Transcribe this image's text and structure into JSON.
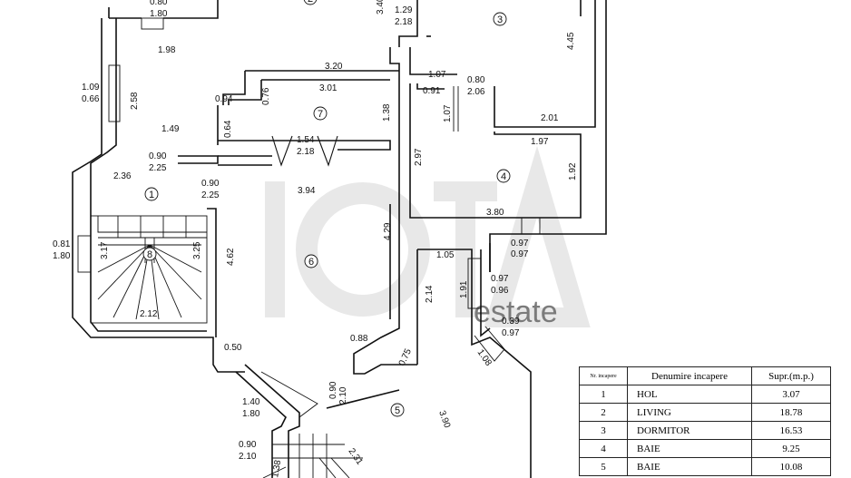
{
  "watermark": {
    "brand": "IOTA",
    "sub": "estate",
    "color": "#d9d9d9"
  },
  "dimensions": {
    "d1": "0.80",
    "d2": "1.80",
    "d3": "3.40",
    "d4": "1.29",
    "d5": "2.18",
    "d6": "1.98",
    "d7": "1.09",
    "d8": "0.66",
    "d9": "2.58",
    "d10": "3.20",
    "d11": "3.01",
    "d12": "0.94",
    "d13": "0.76",
    "d14": "1.49",
    "d15": "0.64",
    "d16": "1.54",
    "d17": "2.18",
    "d18": "1.38",
    "d19": "0.90",
    "d20": "2.25",
    "d21": "2.36",
    "d22": "0.90",
    "d23": "2.25",
    "d24": "3.94",
    "d25": "1.07",
    "d26": "0.91",
    "d27": "1.07",
    "d28": "0.80",
    "d29": "2.06",
    "d30": "4.45",
    "d31": "2.01",
    "d32": "1.97",
    "d33": "2.97",
    "d34": "1.92",
    "d35": "3.80",
    "d36": "0.97",
    "d37": "0.97",
    "d38": "4.29",
    "d39": "0.81",
    "d40": "1.80",
    "d41": "3.17",
    "d42": "3.25",
    "d43": "4.62",
    "d44": "2.12",
    "d45": "1.05",
    "d46": "2.14",
    "d47": "1.91",
    "d48": "0.97",
    "d49": "0.96",
    "d50": "0.39",
    "d51": "0.97",
    "d52": "0.88",
    "d53": "0.75",
    "d54": "1.08",
    "d55": "0.50",
    "d56": "0.90",
    "d57": "2.10",
    "d58": "1.40",
    "d59": "1.80",
    "d60": "3.90",
    "d61": "0.90",
    "d62": "2.10",
    "d63": "2.31",
    "d64": "1.38"
  },
  "rooms": [
    "1",
    "3",
    "4",
    "5",
    "6",
    "7",
    "8",
    "2"
  ],
  "table": {
    "headers": {
      "nr": "Nr. incapere",
      "name": "Denumire incapere",
      "area": "Supr.(m.p.)"
    },
    "rows": [
      {
        "nr": "1",
        "name": "HOL",
        "area": "3.07"
      },
      {
        "nr": "2",
        "name": "LIVING",
        "area": "18.78"
      },
      {
        "nr": "3",
        "name": "DORMITOR",
        "area": "16.53"
      },
      {
        "nr": "4",
        "name": "BAIE",
        "area": "9.25"
      },
      {
        "nr": "5",
        "name": "BAIE",
        "area": "10.08"
      }
    ]
  }
}
